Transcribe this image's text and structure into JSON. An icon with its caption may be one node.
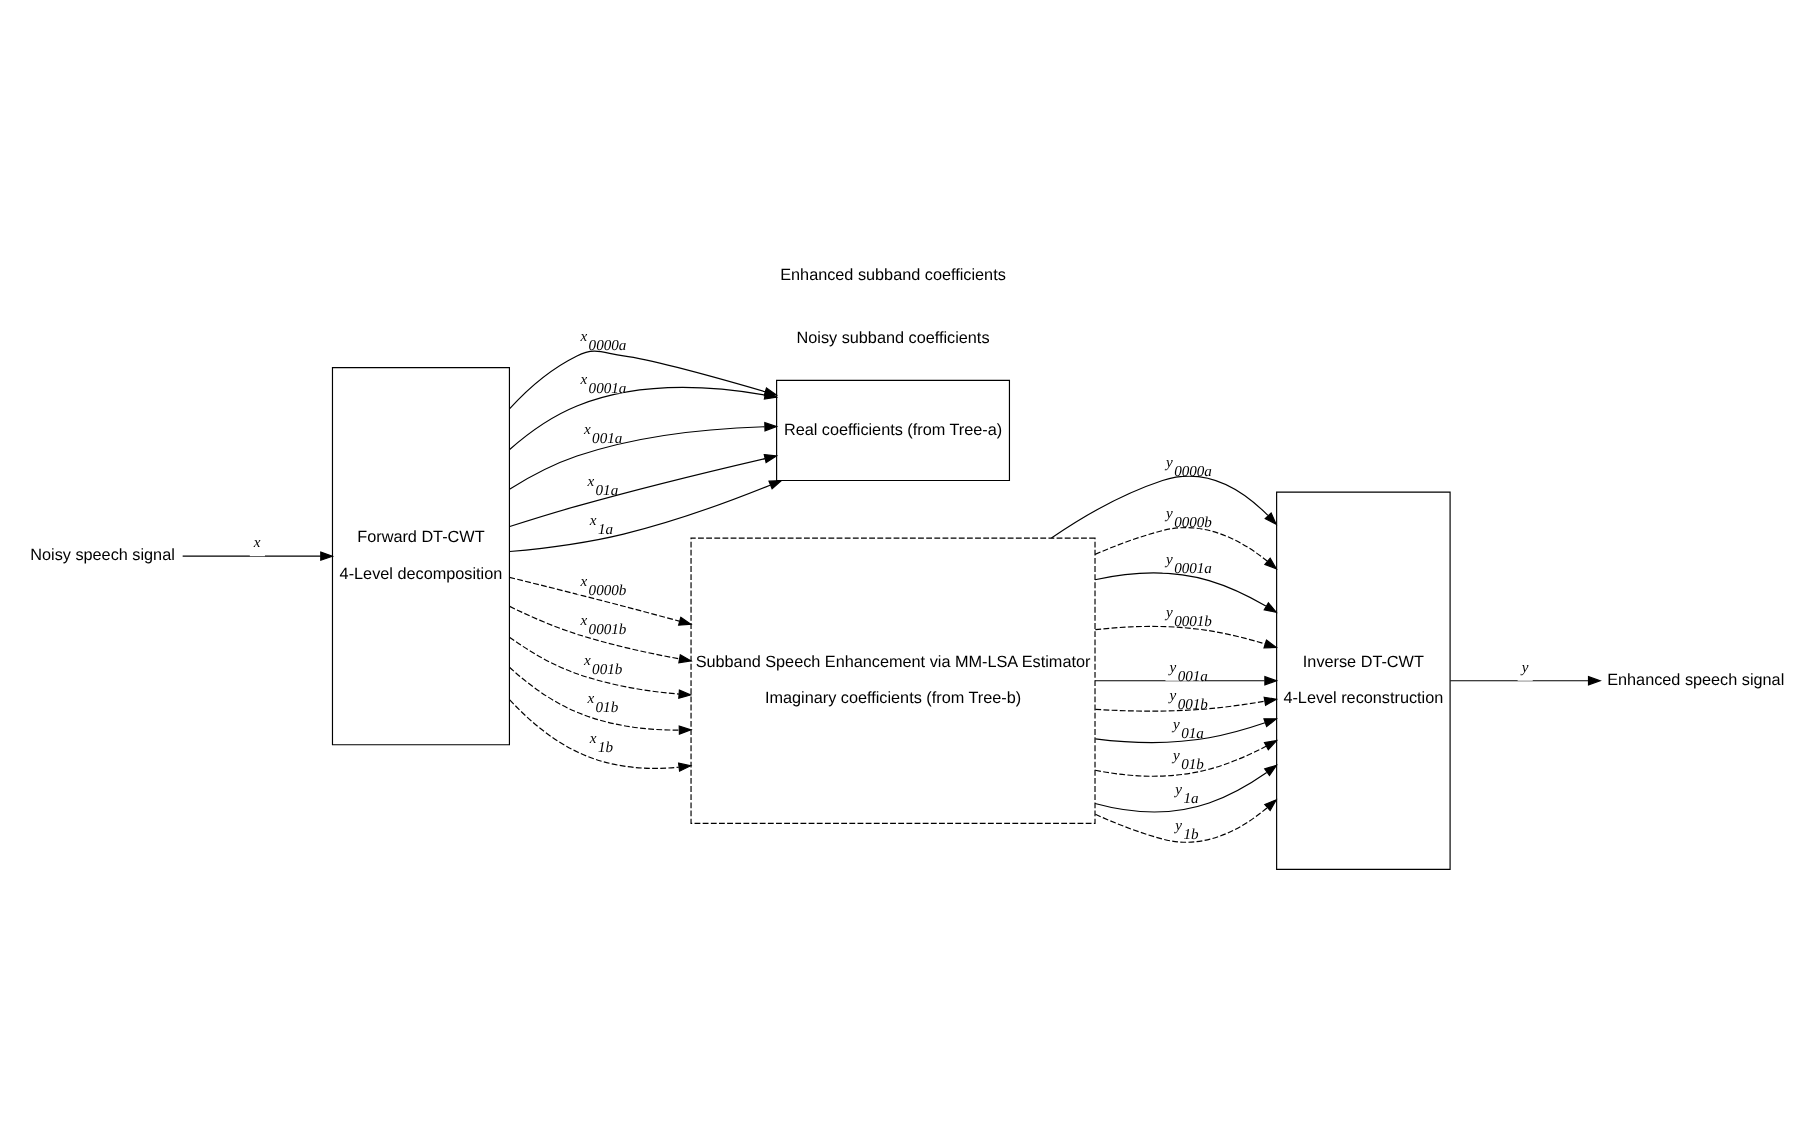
{
  "diagram": {
    "nodes": [
      {
        "text": [
          "Forward DT-CWT",
          "4-Level decomposition"
        ]
      },
      {
        "text": [
          "Real coefficients (from Tree-a)"
        ]
      },
      {
        "text": [
          "Subband Speech Enhancement via MM-LSA Estimator",
          "Imaginary coefficients (from Tree-b)"
        ]
      },
      {
        "text": [
          "Inverse DT-CWT",
          "4-Level reconstruction"
        ]
      },
      {
        "text": [
          "Noisy speech signal"
        ]
      },
      {
        "text": [
          "Enhanced speech signal"
        ]
      }
    ],
    "edges": [
      {
        "from": 4,
        "to": 0,
        "arrow": "to",
        "label": "x"
      },
      {
        "from": 0,
        "to": 1,
        "arrow": "to",
        "label": "x$_{0000a}$"
      },
      {
        "from": 0,
        "to": 2,
        "arrow": "to",
        "label": "x$_{0000b}$",
        "style": "dashed"
      },
      {
        "from": 0,
        "to": 1,
        "arrow": "to",
        "label": "x$_{0001a}$"
      },
      {
        "from": 0,
        "to": 2,
        "arrow": "to",
        "label": "x$_{0001b}$",
        "style": "dashed"
      },
      {
        "from": 0,
        "to": 1,
        "arrow": "to",
        "label": "x$_{001a}$"
      },
      {
        "from": 0,
        "to": 2,
        "arrow": "to",
        "label": "x$_{001b}$",
        "style": "dashed"
      },
      {
        "from": 0,
        "to": 1,
        "arrow": "to",
        "label": "x$_{01a}$"
      },
      {
        "from": 0,
        "to": 2,
        "arrow": "to",
        "label": "x$_{01b}$",
        "style": "dashed"
      },
      {
        "from": 0,
        "to": 1,
        "arrow": "to",
        "label": "x$_{1a}$"
      },
      {
        "from": 0,
        "to": 2,
        "arrow": "to",
        "label": "x$_{1b}$",
        "style": "dashed"
      },
      {
        "from": 2,
        "to": 3,
        "arrow": "to",
        "label": "y$_{0000a}$"
      },
      {
        "from": 2,
        "to": 3,
        "arrow": "to",
        "label": "y$_{0000b}$",
        "style": "dashed"
      },
      {
        "from": 2,
        "to": 3,
        "arrow": "to",
        "label": "y$_{0001a}$"
      },
      {
        "from": 2,
        "to": 3,
        "arrow": "to",
        "label": "y$_{0001b}$",
        "style": "dashed"
      },
      {
        "from": 2,
        "to": 3,
        "arrow": "to",
        "label": "y$_{001a}$"
      },
      {
        "from": 2,
        "to": 3,
        "arrow": "to",
        "label": "y$_{001b}$",
        "style": "dashed"
      },
      {
        "from": 2,
        "to": 3,
        "arrow": "to",
        "label": "y$_{01a}$"
      },
      {
        "from": 2,
        "to": 3,
        "arrow": "to",
        "label": "y$_{01b}$",
        "style": "dashed"
      },
      {
        "from": 2,
        "to": 3,
        "arrow": "to",
        "label": "y$_{1a}$"
      },
      {
        "from": 2,
        "to": 3,
        "arrow": "to",
        "label": "y$_{1b}$",
        "style": "dashed"
      },
      {
        "from": 3,
        "to": 5,
        "arrow": "to",
        "label": "y"
      }
    ],
    "labels": [
      "Noisy subband coefficients",
      "Enhanced subband coefficients"
    ]
  }
}
